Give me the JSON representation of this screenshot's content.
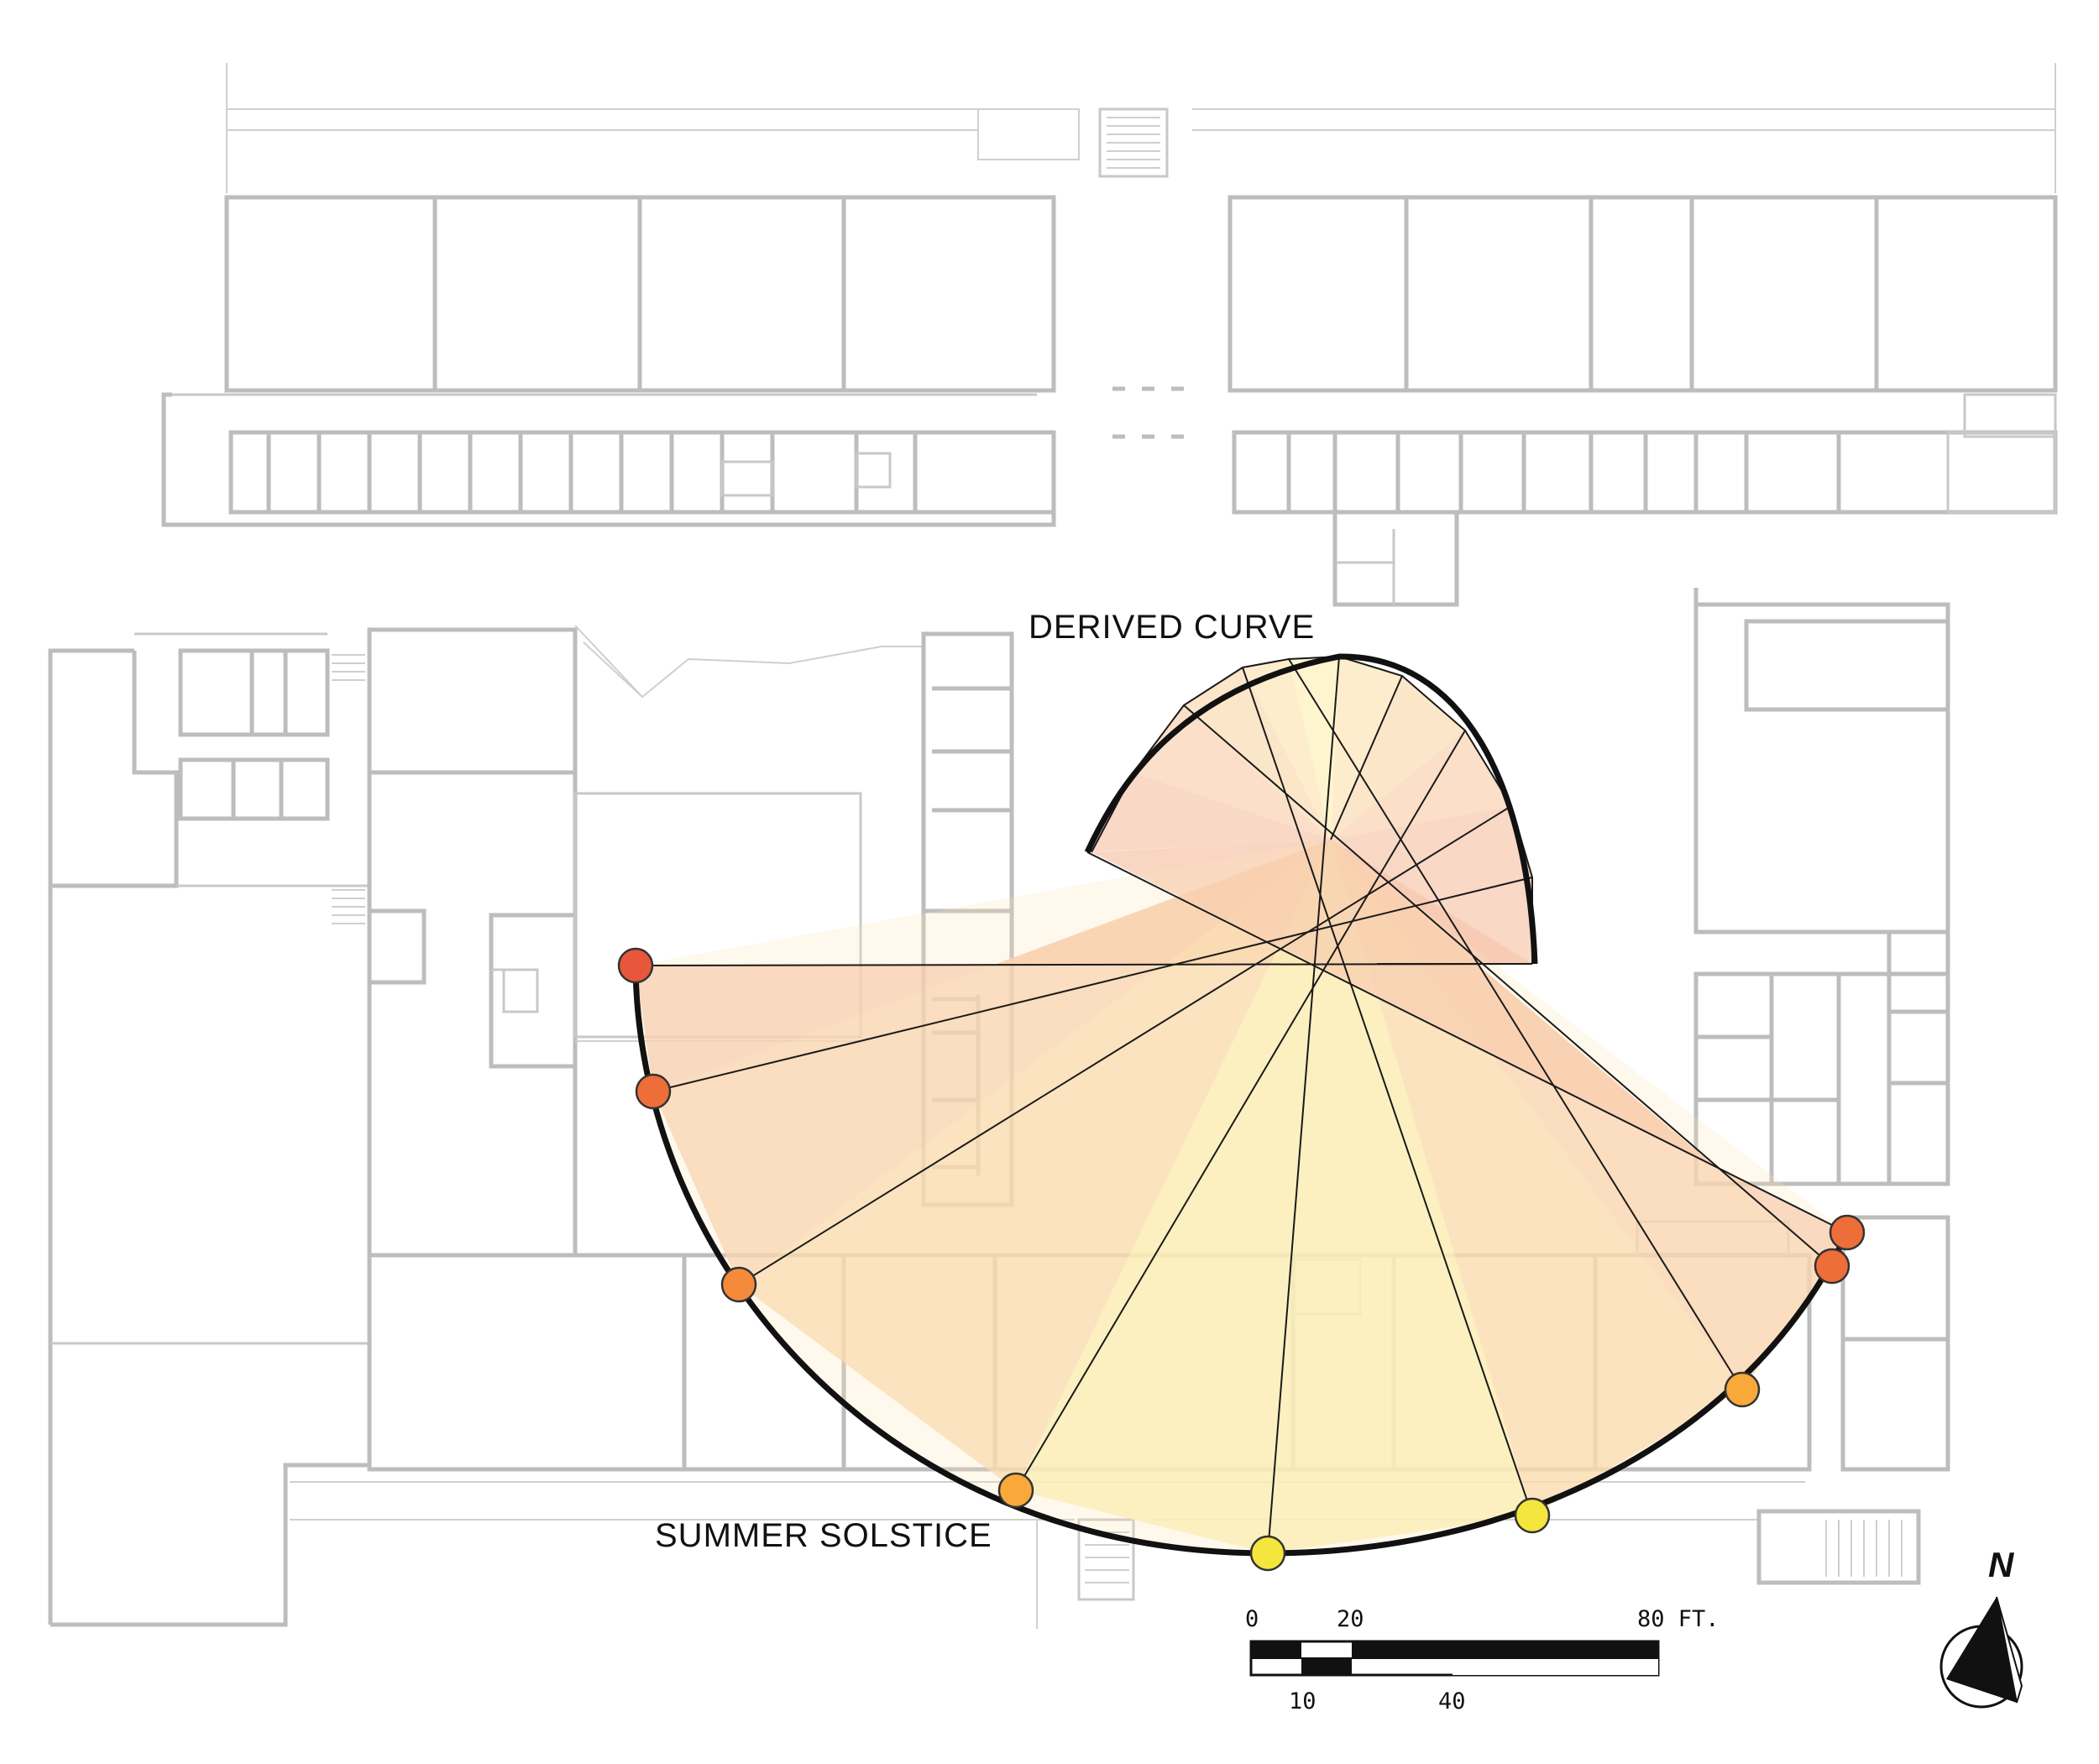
{
  "labels": {
    "derived_curve": "DERIVED CURVE",
    "summer_solstice": "SUMMER SOLSTICE"
  },
  "scale_bar": {
    "top": [
      "0",
      "20",
      "80 FT."
    ],
    "bottom": [
      "10",
      "40"
    ]
  },
  "north_arrow": {
    "letter": "N"
  },
  "colors": {
    "wall": "#bdbdbd",
    "ray_fill_red": "#f7c8ae",
    "ray_fill_orange": "#fbd9ae",
    "ray_fill_yellow": "#fdf2b8",
    "dot_red": "#e8573c",
    "dot_red_orange": "#ee6e3a",
    "dot_orange": "#f58a3a",
    "dot_amber": "#f8a93a",
    "dot_yellow": "#f4e63c",
    "curve": "#111111"
  }
}
